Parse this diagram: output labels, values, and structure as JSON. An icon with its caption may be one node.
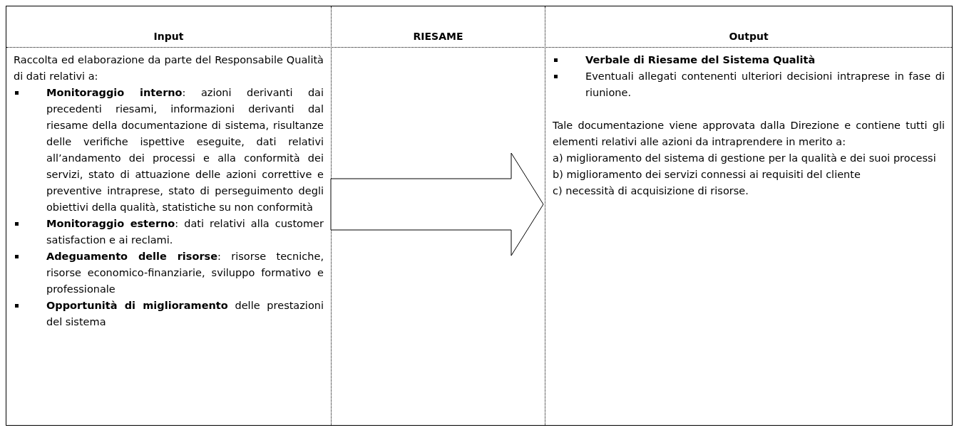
{
  "diagram": {
    "nodes": [
      {
        "text": [
          "Input",
          "Raccolta ed elaborazione da parte del Responsabile Qualità di dati relativi a:",
          "**Monitoraggio interno**: azioni derivanti dai precedenti riesami, informazioni derivanti dal riesame della documentazione di sistema, risultanze delle verifiche ispettive eseguite, dati relativi all’andamento dei processi e alla conformità dei servizi, stato di attuazione delle azioni correttive e preventive intraprese, stato di perseguimento degli obiettivi della qualità, statistiche su non conformità",
          "**Monitoraggio esterno**: dati relativi alla customer satisfaction e ai reclami.",
          "**Adeguamento delle risorse**: risorse tecniche, risorse economico-finanziarie, sviluppo formativo e professionale",
          "**Opportunità di miglioramento** delle prestazioni del sistema"
        ]
      },
      {
        "text": [
          "RIESAME"
        ]
      },
      {
        "text": [
          "Output",
          "**Verbale di Riesame del Sistema Qualità**",
          "Eventuali allegati contenenti ulteriori decisioni intraprese in fase di riunione.",
          "Tale documentazione viene approvata dalla Direzione e contiene tutti gli elementi relativi alle azioni da intraprendere in merito a:",
          "a) miglioramento del sistema di gestione per la qualità e dei suoi processi",
          "b) miglioramento dei servizi connessi ai requisiti del cliente",
          "c) necessità di acquisizione di risorse."
        ]
      }
    ],
    "edges": [
      {
        "from": 0,
        "to": 2,
        "arrow": "to"
      }
    ]
  }
}
